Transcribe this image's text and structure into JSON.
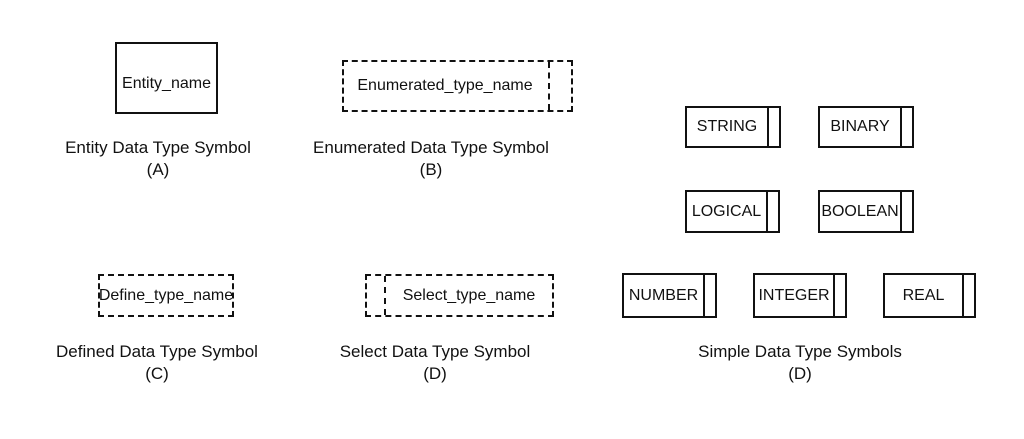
{
  "diagram": {
    "colors": {
      "ink": "#111111",
      "background": "#ffffff"
    },
    "entity": {
      "label": "Entity_name",
      "caption": "Entity Data Type Symbol",
      "tag": "(A)"
    },
    "enumerated": {
      "label": "Enumerated_type_name",
      "caption": "Enumerated Data Type Symbol",
      "tag": "(B)"
    },
    "defined": {
      "label": "Define_type_name",
      "caption": "Defined Data Type Symbol",
      "tag": "(C)"
    },
    "select": {
      "label": "Select_type_name",
      "caption": "Select Data Type Symbol",
      "tag": "(D)"
    },
    "simple": {
      "caption": "Simple Data Type Symbols",
      "tag": "(D)",
      "types": {
        "string": "STRING",
        "binary": "BINARY",
        "logical": "LOGICAL",
        "boolean": "BOOLEAN",
        "number": "NUMBER",
        "integer": "INTEGER",
        "real": "REAL"
      }
    }
  }
}
